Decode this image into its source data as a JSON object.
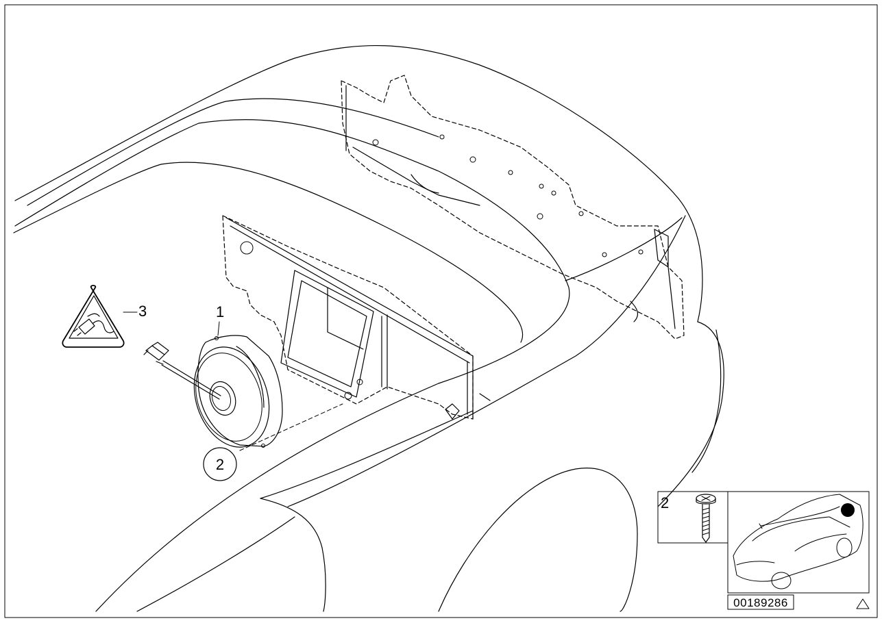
{
  "callouts": {
    "speaker": "1",
    "screw": "2",
    "connector": "3"
  },
  "detail_box": {
    "screw_number": "2"
  },
  "reference_number": "00189286",
  "colors": {
    "line": "#000000",
    "background": "#ffffff",
    "location_dot": "#000000"
  },
  "icons": [
    "plug-warning-triangle-icon",
    "corner-triangle-icon"
  ]
}
